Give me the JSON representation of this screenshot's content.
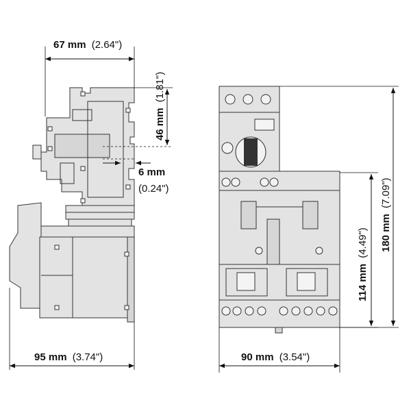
{
  "dimensions": {
    "top_width": {
      "value": "67 mm",
      "alt": "(2.64\")"
    },
    "depth_upper": {
      "value": "46 mm",
      "alt": "(1.81\")"
    },
    "offset": {
      "value": "6 mm",
      "alt": "(0.24\")"
    },
    "side_width": {
      "value": "95 mm",
      "alt": "(3.74\")"
    },
    "front_width": {
      "value": "90 mm",
      "alt": "(3.54\")"
    },
    "lower_height": {
      "value": "114 mm",
      "alt": "(4.49\")"
    },
    "total_height": {
      "value": "180 mm",
      "alt": "(7.09\")"
    }
  },
  "colors": {
    "body": "#e3e3e3",
    "line": "#333333",
    "text": "#111111"
  }
}
